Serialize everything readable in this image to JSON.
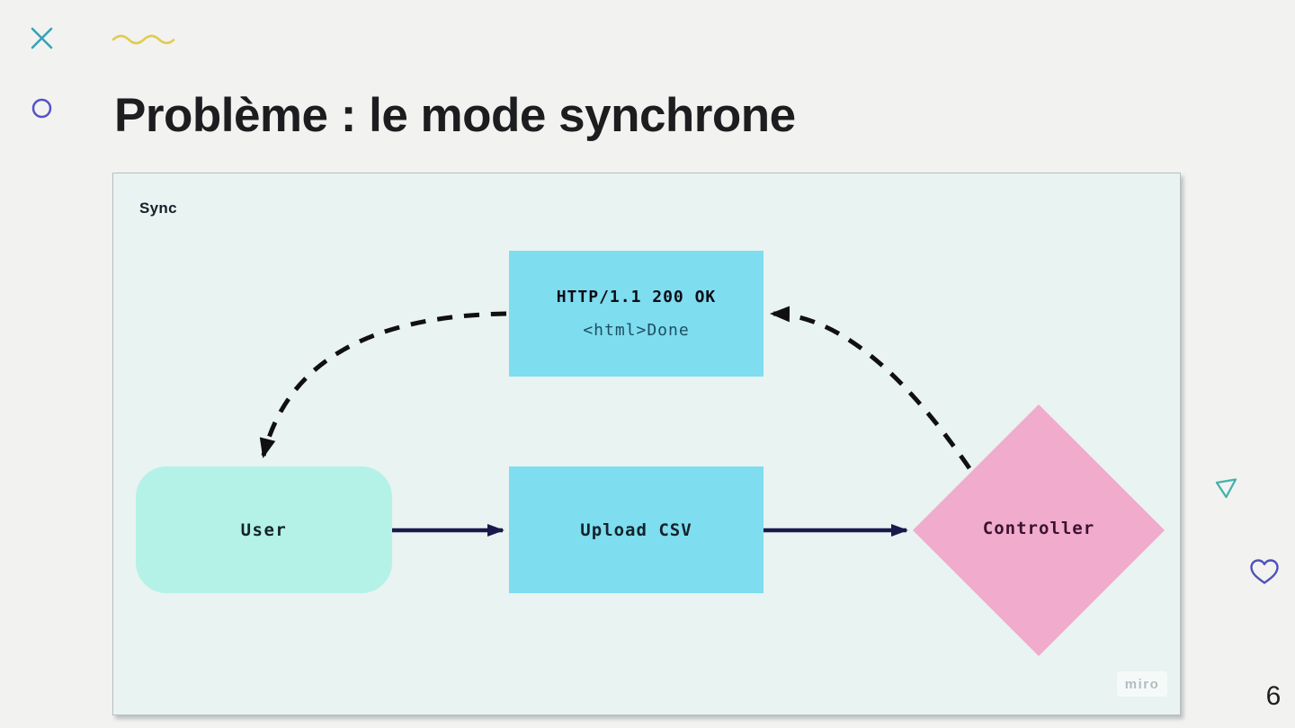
{
  "slide": {
    "title": "Problème : le mode synchrone",
    "page_number": "6"
  },
  "decorations": {
    "x_icon_color": "#35a3b8",
    "squiggle_color": "#e3cc4d",
    "circle_color": "#5552c8",
    "triangle_color": "#43b2ac",
    "heart_color": "#4f51b8"
  },
  "diagram": {
    "label": "Sync",
    "watermark": "miro",
    "background": "#e9f3f1",
    "nodes": [
      {
        "id": "http",
        "shape": "rect",
        "color": "#7eddee",
        "title": "HTTP/1.1 200 OK",
        "subtitle": "<html>Done"
      },
      {
        "id": "user",
        "shape": "rounded-rect",
        "color": "#b4f2e7",
        "label": "User"
      },
      {
        "id": "upload",
        "shape": "rect",
        "color": "#7eddee",
        "label": "Upload CSV"
      },
      {
        "id": "controller",
        "shape": "diamond",
        "color": "#f0abcd",
        "label": "Controller",
        "text_color": "#3a1230"
      }
    ],
    "edges": [
      {
        "from": "user",
        "to": "upload",
        "style": "solid"
      },
      {
        "from": "upload",
        "to": "controller",
        "style": "solid"
      },
      {
        "from": "controller",
        "to": "http",
        "style": "dashed-curve"
      },
      {
        "from": "http",
        "to": "user",
        "style": "dashed-curve"
      }
    ],
    "colors": {
      "solid_arrow": "#191a4b",
      "dashed_arrow": "#101010"
    }
  }
}
